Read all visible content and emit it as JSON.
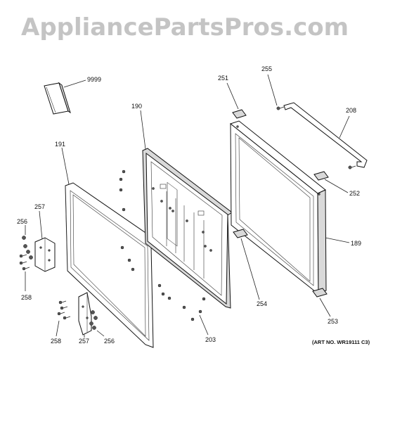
{
  "watermark": "AppliancePartsPros.com",
  "art_number": "(ART NO. WR19111 C3)",
  "callouts": {
    "c9999": "9999",
    "c190": "190",
    "c191": "191",
    "c251": "251",
    "c255": "255",
    "c208": "208",
    "c252": "252",
    "c189": "189",
    "c257a": "257",
    "c256a": "256",
    "c258a": "258",
    "c254": "254",
    "c253": "253",
    "c203": "203",
    "c258b": "258",
    "c257b": "257",
    "c256b": "256"
  }
}
